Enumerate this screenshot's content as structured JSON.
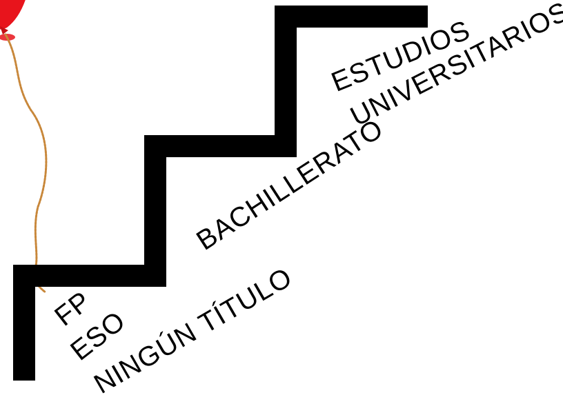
{
  "diagram": {
    "steps": [
      {
        "id": "step-1",
        "labels": [
          "FP",
          "ESO",
          "NINGÚN TÍTULO"
        ]
      },
      {
        "id": "step-2",
        "labels": [
          "BACHILLERATO"
        ]
      },
      {
        "id": "step-3",
        "labels": [
          "ESTUDIOS",
          "UNIVERSITARIOS"
        ]
      }
    ]
  },
  "colors": {
    "stairs": "#000000",
    "balloon": "#e8141c",
    "string": "#c8873a",
    "background": "#ffffff"
  },
  "icons": {
    "balloon": "balloon-icon"
  }
}
